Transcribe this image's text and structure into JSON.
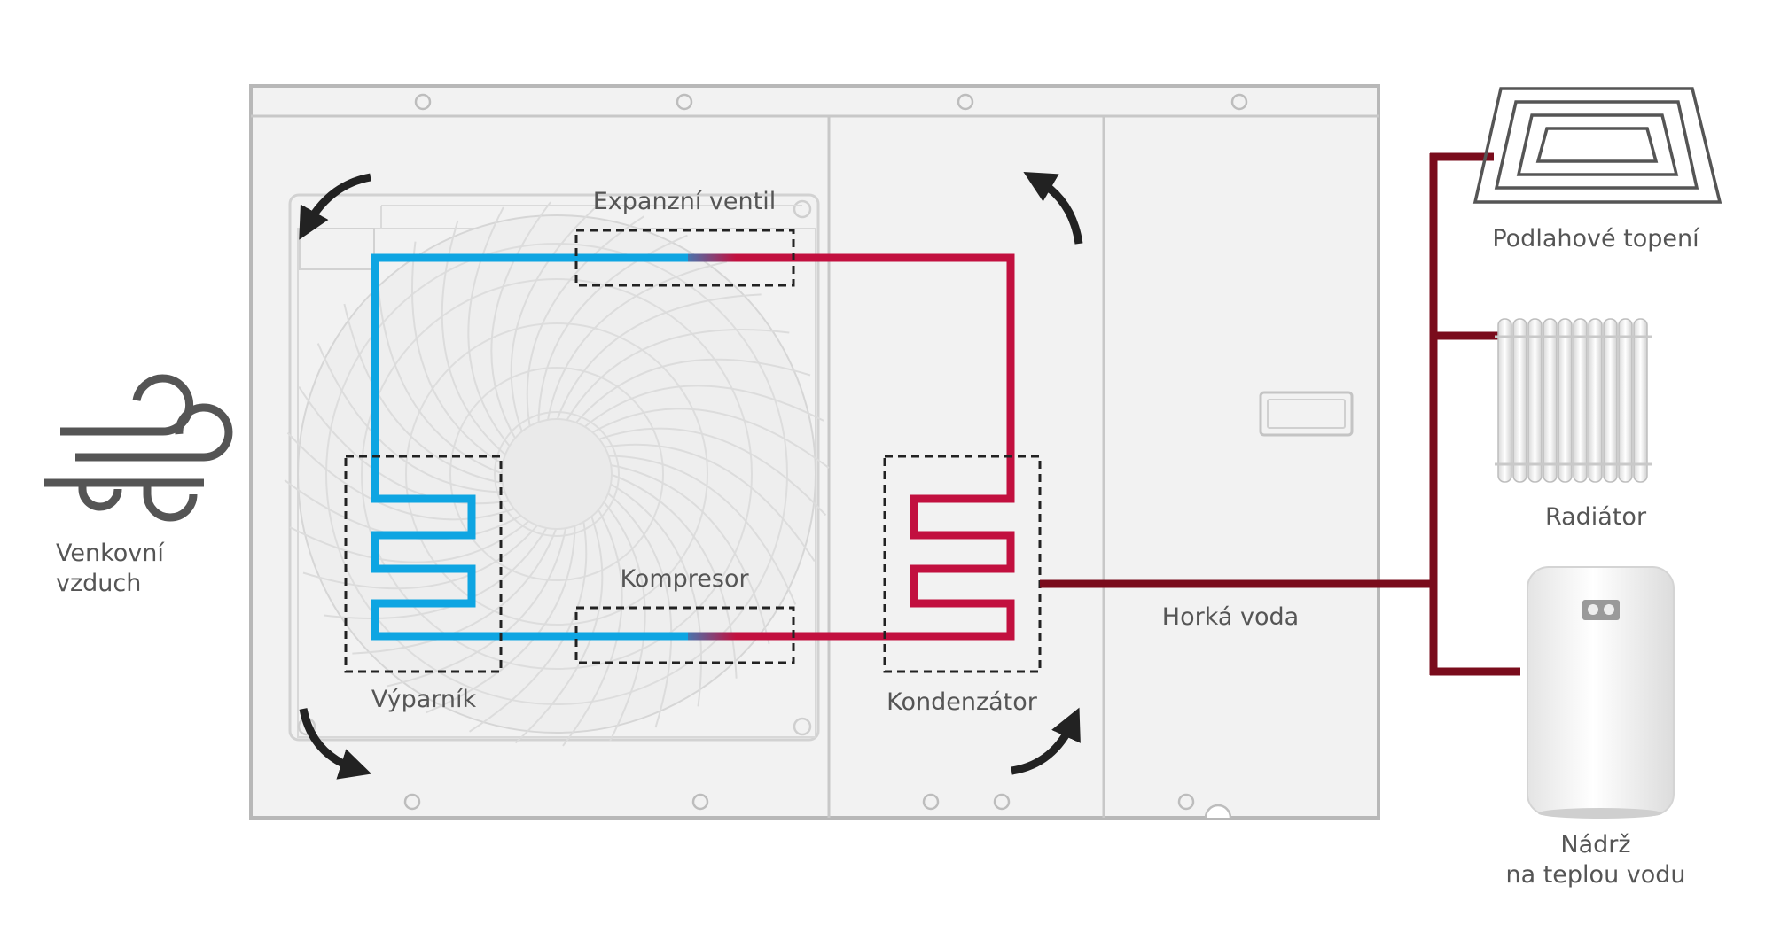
{
  "labels": {
    "outdoor_air_line1": "Venkovní",
    "outdoor_air_line2": "vzduch",
    "expansion_valve": "Expanzní ventil",
    "compressor": "Kompresor",
    "evaporator": "Výparník",
    "condenser": "Kondenzátor",
    "hot_water": "Horká voda",
    "floor_heating": "Podlahové topení",
    "radiator": "Radiátor",
    "tank_line1": "Nádrž",
    "tank_line2": "na teplou vodu"
  },
  "colors": {
    "cold_refrigerant": "#0ea5e2",
    "hot_refrigerant": "#c2103f",
    "water_pipe": "#7a0c1c",
    "unit_panel": "#f2f2f2",
    "unit_outline": "#bbbbbb",
    "arrow": "#222222",
    "label_text": "#555555"
  },
  "icons": [
    "wind-icon",
    "airflow-arrow-icon",
    "floor-heating-icon",
    "radiator-icon",
    "water-tank-icon"
  ]
}
